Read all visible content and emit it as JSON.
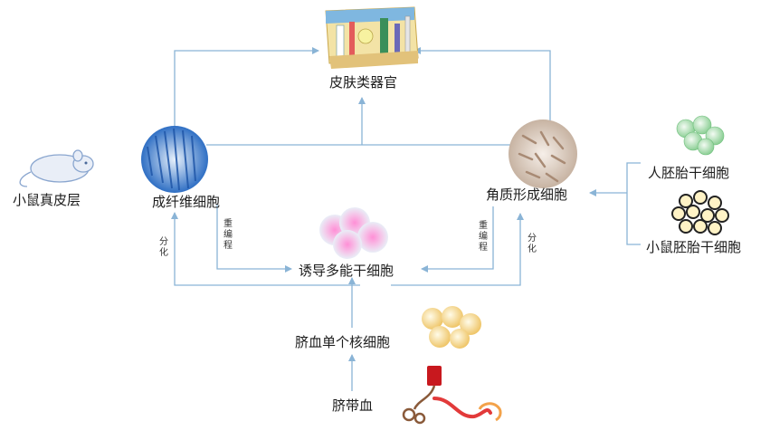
{
  "nodes": {
    "skin_organ": "皮肤类器官",
    "mouse_dermis": "小鼠真皮层",
    "fibroblast": "成纤维细胞",
    "keratinocyte": "角质形成细胞",
    "human_esc": "人胚胎干细胞",
    "mouse_esc": "小鼠胚胎干细胞",
    "ipsc": "诱导多能干细胞",
    "cord_blood_mnc": "脐血单个核细胞",
    "cord_blood": "脐带血"
  },
  "edge_labels": {
    "differentiate_left": "分化",
    "reprogram_left": "重编程",
    "reprogram_right": "重编程",
    "differentiate_right": "分化"
  },
  "colors": {
    "arrow": "#8ab4d6",
    "fibroblast": "#2f6fc4",
    "keratinocyte": "#b9a08c",
    "ipsc": "#e88fd0",
    "esc": "#9fd3a6",
    "cord_cells": "#f2d08a",
    "cord_blood": "#c8181e"
  }
}
